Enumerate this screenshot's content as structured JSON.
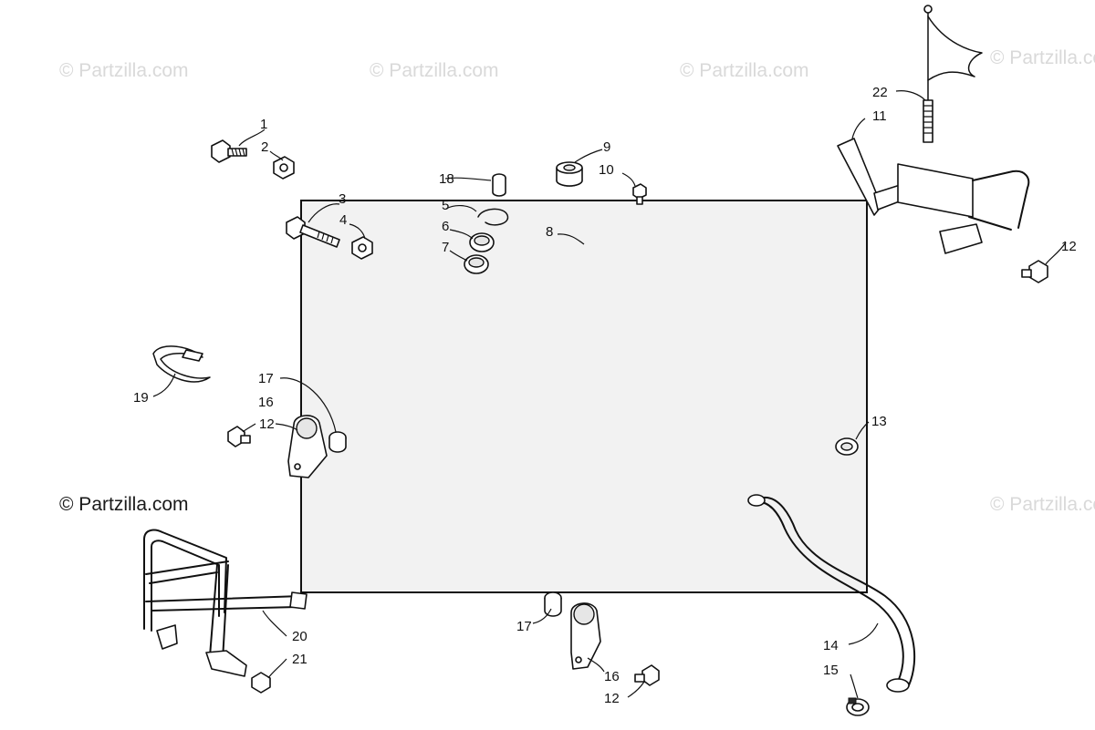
{
  "watermarks": {
    "faint": "© Partzilla.com",
    "main": "© Partzilla.com"
  },
  "callouts": [
    {
      "id": "1",
      "label": "1"
    },
    {
      "id": "2",
      "label": "2"
    },
    {
      "id": "3",
      "label": "3"
    },
    {
      "id": "4",
      "label": "4"
    },
    {
      "id": "5",
      "label": "5"
    },
    {
      "id": "6",
      "label": "6"
    },
    {
      "id": "7",
      "label": "7"
    },
    {
      "id": "8",
      "label": "8"
    },
    {
      "id": "9",
      "label": "9"
    },
    {
      "id": "10",
      "label": "10"
    },
    {
      "id": "11",
      "label": "11"
    },
    {
      "id": "12a",
      "label": "12"
    },
    {
      "id": "12b",
      "label": "12"
    },
    {
      "id": "12c",
      "label": "12"
    },
    {
      "id": "13",
      "label": "13"
    },
    {
      "id": "14",
      "label": "14"
    },
    {
      "id": "15",
      "label": "15"
    },
    {
      "id": "16a",
      "label": "16"
    },
    {
      "id": "16b",
      "label": "16"
    },
    {
      "id": "17a",
      "label": "17"
    },
    {
      "id": "17b",
      "label": "17"
    },
    {
      "id": "18",
      "label": "18"
    },
    {
      "id": "19",
      "label": "19"
    },
    {
      "id": "20",
      "label": "20"
    },
    {
      "id": "21",
      "label": "21"
    },
    {
      "id": "22",
      "label": "22"
    }
  ],
  "colors": {
    "ink": "#111111",
    "watermark": "#d9d9d9",
    "background": "#ffffff"
  }
}
